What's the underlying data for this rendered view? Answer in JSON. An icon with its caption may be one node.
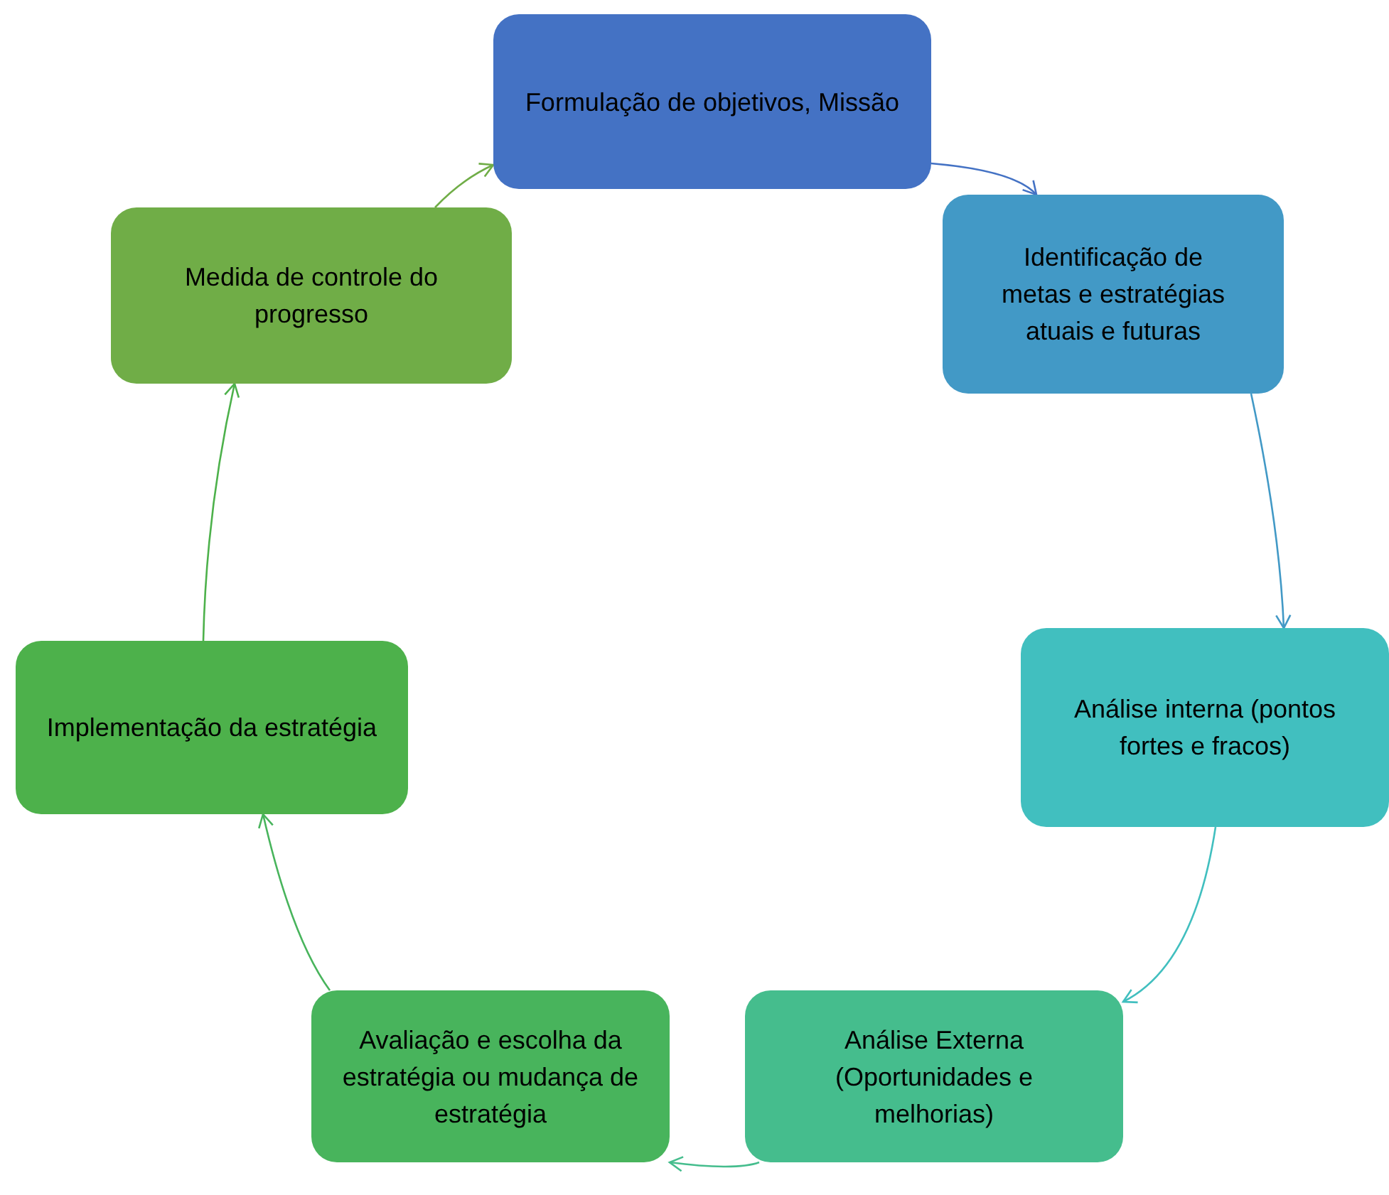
{
  "diagram": {
    "nodes": [
      {
        "text": [
          "Formulação de objetivos, Missão"
        ]
      },
      {
        "text": [
          "Identificação de metas e estratégias atuais e futuras"
        ]
      },
      {
        "text": [
          "Análise interna (pontos fortes e fracos)"
        ]
      },
      {
        "text": [
          "Análise Externa (Oportunidades e melhorias)"
        ]
      },
      {
        "text": [
          "Avaliação e escolha da estratégia ou mudança de estratégia"
        ]
      },
      {
        "text": [
          "Implementação da estratégia"
        ]
      },
      {
        "text": [
          "Medida de controle do progresso"
        ]
      }
    ],
    "edges": [
      {
        "from": 6,
        "to": 0,
        "arrow": "to",
        "color": "#70ad47"
      },
      {
        "from": 0,
        "to": 1,
        "arrow": "to",
        "color": "#4472c4"
      },
      {
        "from": 1,
        "to": 2,
        "arrow": "to",
        "color": "#4299c6"
      },
      {
        "from": 2,
        "to": 3,
        "arrow": "to",
        "color": "#41bfbf"
      },
      {
        "from": 3,
        "to": 4,
        "arrow": "to",
        "color": "#45bd8d"
      },
      {
        "from": 4,
        "to": 5,
        "arrow": "to",
        "color": "#48b45c"
      },
      {
        "from": 5,
        "to": 6,
        "arrow": "to",
        "color": "#4db14b"
      }
    ]
  }
}
